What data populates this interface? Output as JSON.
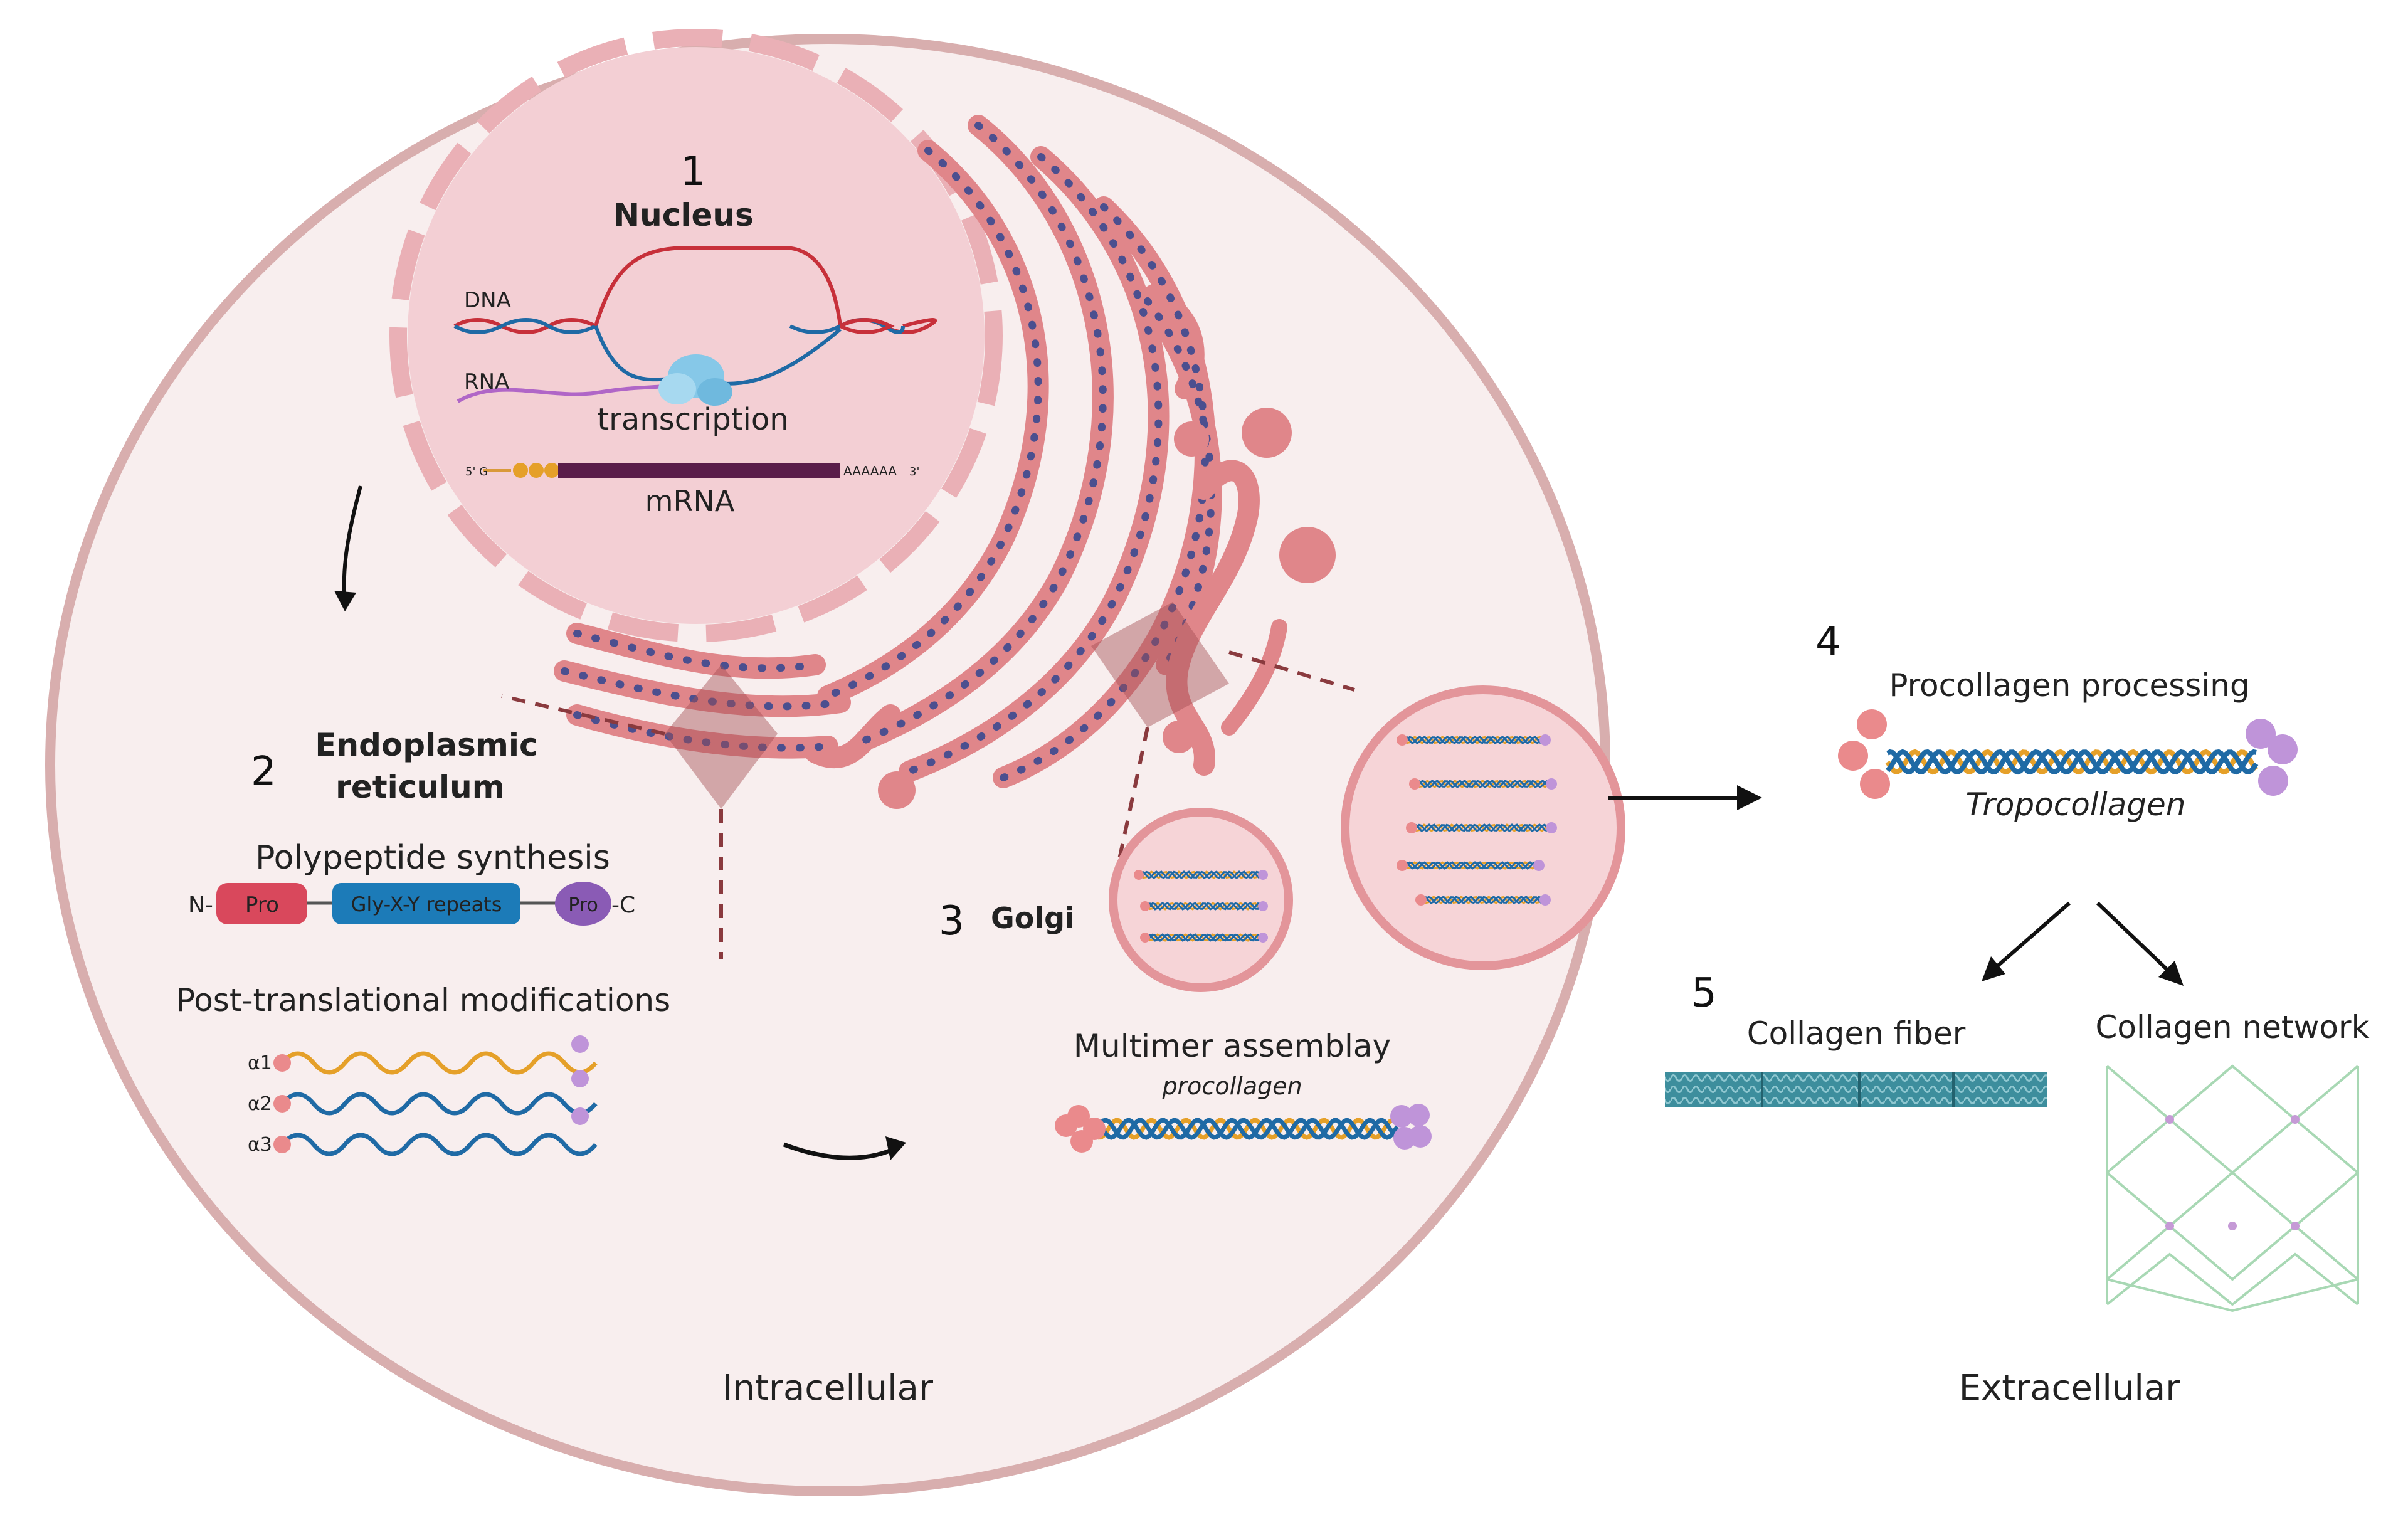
{
  "steps": {
    "s1": {
      "number": "1",
      "title": "Nucleus"
    },
    "s2": {
      "number": "2",
      "title_line1": "Endoplasmic",
      "title_line2": "reticulum"
    },
    "s3": {
      "number": "3",
      "title": "Golgi"
    },
    "s4": {
      "number": "4",
      "title": "Procollagen processing",
      "subtitle": "Tropocollagen"
    },
    "s5": {
      "number": "5"
    }
  },
  "nucleus": {
    "dna": "DNA",
    "rna": "RNA",
    "transcription": "transcription",
    "mrna": "mRNA",
    "mrna_five": "5' G",
    "mrna_polya": "AAAAAA",
    "mrna_three": "3'"
  },
  "er": {
    "synthesis": "Polypeptide synthesis",
    "n_term": "N-",
    "pro_left": "Pro",
    "repeats": "Gly-X-Y repeats",
    "pro_right": "Pro",
    "c_term": "-C",
    "ptm": "Post-translational modifications",
    "chains": [
      "α1",
      "α2",
      "α3"
    ]
  },
  "golgi": {
    "assembly": "Multimer assemblay",
    "procollagen": "procollagen"
  },
  "extracellular_items": {
    "fiber": "Collagen fiber",
    "network": "Collagen network"
  },
  "regions": {
    "intra": "Intracellular",
    "extra": "Extracellular"
  },
  "colors": {
    "cell_fill": "#f8eeee",
    "cell_border": "#d8aeae",
    "nucleus_fill": "#f3cfd4",
    "er": "#e0868a",
    "er_dark": "#c85d62",
    "ribosome": "#4b4f8f",
    "helix_blue": "#1f6aa5",
    "helix_orange": "#e5a029",
    "pro_red": "#d9485c",
    "repeat_blue": "#1c7bb8",
    "pro_purple": "#8a5bb5",
    "end_pink": "#ea8a8c",
    "end_purple": "#bf94d9"
  }
}
